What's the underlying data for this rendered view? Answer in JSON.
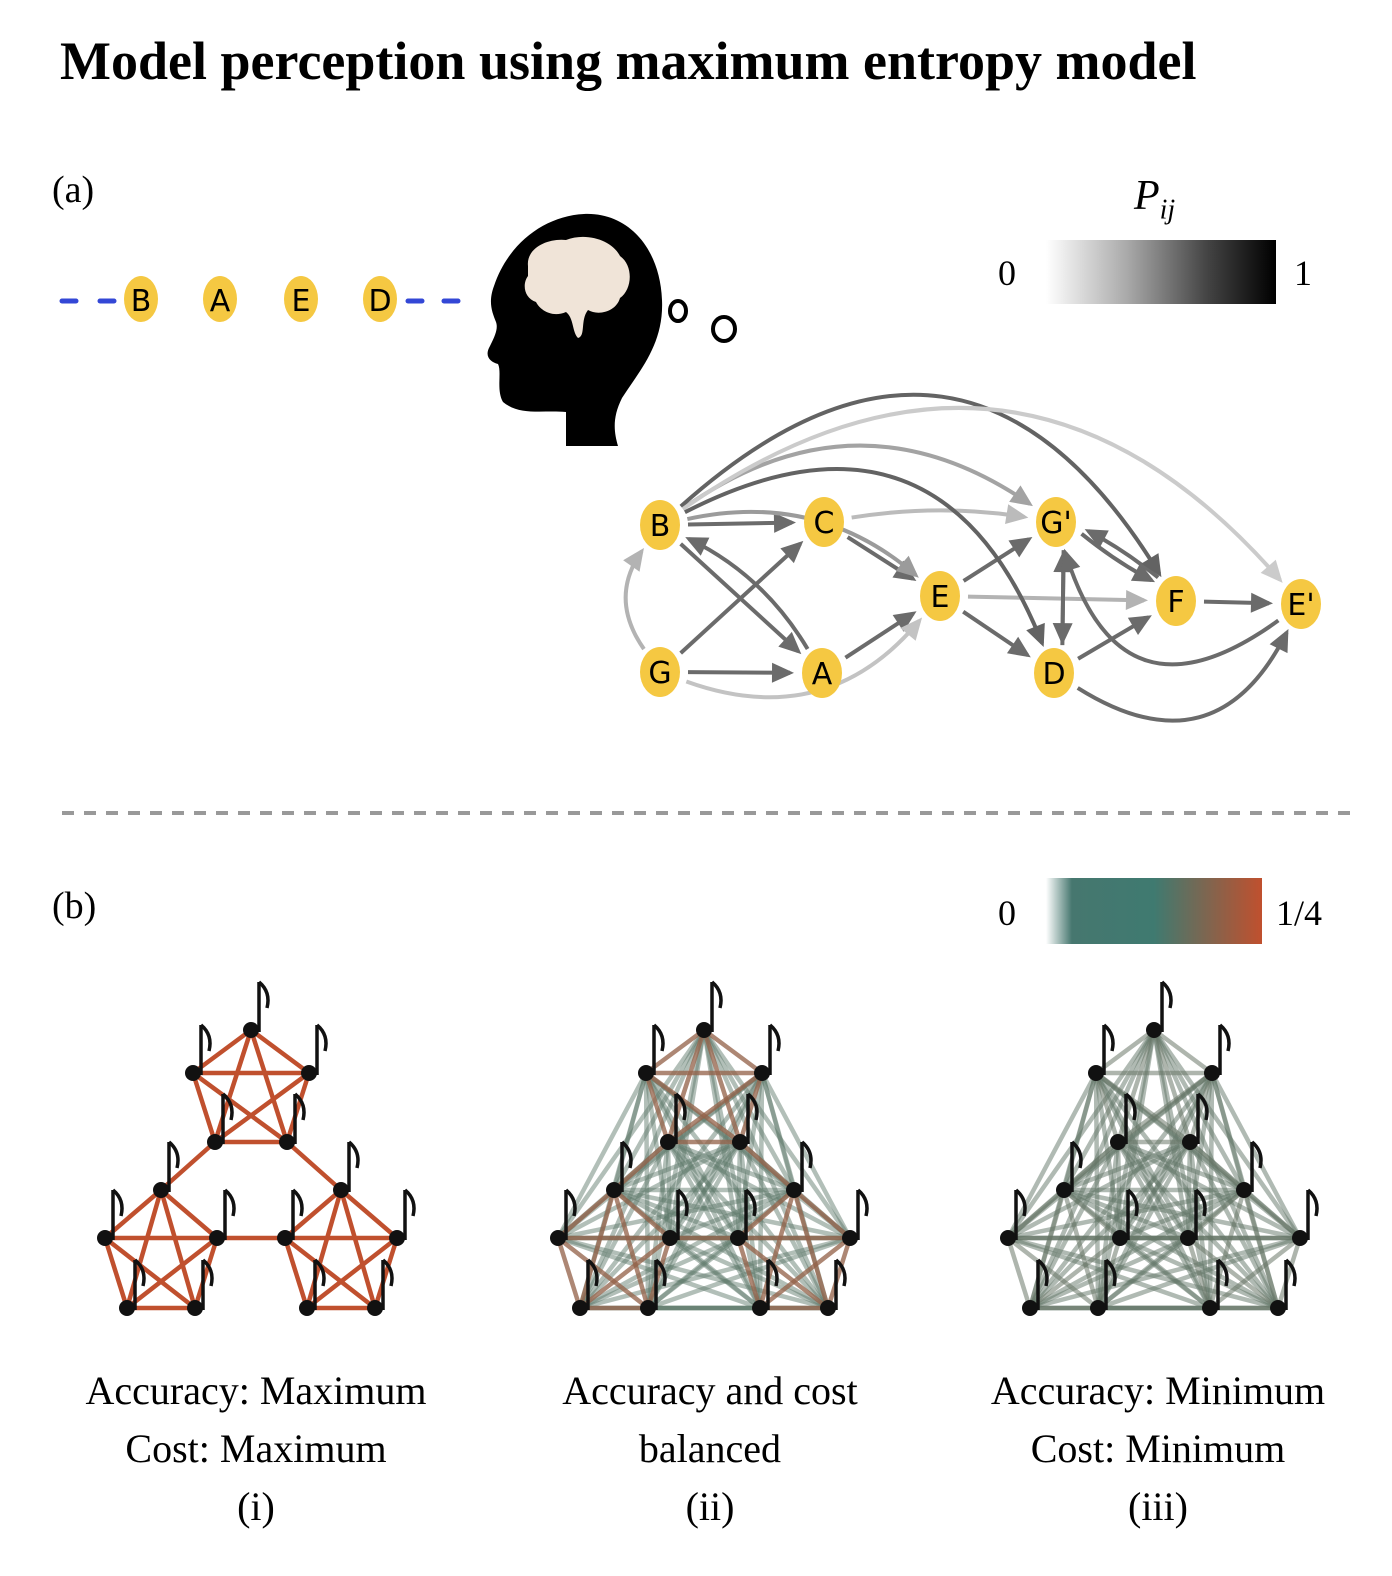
{
  "title": "Model perception using maximum entropy model",
  "panel_a": {
    "label": "(a)",
    "sequence": [
      "B",
      "A",
      "E",
      "D"
    ],
    "colorbar": {
      "symbol": "P",
      "subscript": "ij",
      "min": "0",
      "max": "1"
    },
    "nodes": [
      "B",
      "C",
      "G'",
      "E",
      "F",
      "E'",
      "G",
      "A",
      "D"
    ],
    "edges": [
      {
        "from": "B",
        "to": "C",
        "p": 0.8
      },
      {
        "from": "B",
        "to": "A",
        "p": 0.8
      },
      {
        "from": "G",
        "to": "C",
        "p": 0.8
      },
      {
        "from": "G",
        "to": "A",
        "p": 0.8
      },
      {
        "from": "G",
        "to": "B",
        "p": 0.35
      },
      {
        "from": "A",
        "to": "B",
        "p": 0.8
      },
      {
        "from": "C",
        "to": "E",
        "p": 0.8
      },
      {
        "from": "A",
        "to": "E",
        "p": 0.8
      },
      {
        "from": "B",
        "to": "E",
        "p": 0.5
      },
      {
        "from": "G",
        "to": "E",
        "p": 0.25
      },
      {
        "from": "C",
        "to": "G'",
        "p": 0.3
      },
      {
        "from": "E",
        "to": "G'",
        "p": 0.8
      },
      {
        "from": "E",
        "to": "F",
        "p": 0.35
      },
      {
        "from": "E",
        "to": "D",
        "p": 0.8
      },
      {
        "from": "G'",
        "to": "D",
        "p": 0.8
      },
      {
        "from": "D",
        "to": "G'",
        "p": 0.8
      },
      {
        "from": "G'",
        "to": "F",
        "p": 0.8
      },
      {
        "from": "F",
        "to": "G'",
        "p": 0.8
      },
      {
        "from": "D",
        "to": "F",
        "p": 0.8
      },
      {
        "from": "F",
        "to": "E'",
        "p": 0.8
      },
      {
        "from": "D",
        "to": "E'",
        "p": 0.8
      },
      {
        "from": "E'",
        "to": "G'",
        "p": 0.8
      },
      {
        "from": "B",
        "to": "G'",
        "p": 0.45
      },
      {
        "from": "B",
        "to": "F",
        "p": 0.85
      },
      {
        "from": "B",
        "to": "E'",
        "p": 0.2
      },
      {
        "from": "B",
        "to": "D",
        "p": 0.85
      }
    ]
  },
  "panel_b": {
    "label": "(b)",
    "colorbar": {
      "min": "0",
      "max": "1/4"
    },
    "networks": [
      {
        "numeral": "(i)",
        "caption_lines": [
          "Accuracy: Maximum",
          "Cost: Maximum"
        ],
        "intra_weight": 0.25,
        "inter_weight": 0.0
      },
      {
        "numeral": "(ii)",
        "caption_lines": [
          "Accuracy and cost",
          "balanced"
        ],
        "intra_weight": 0.16,
        "inter_weight": 0.05
      },
      {
        "numeral": "(iii)",
        "caption_lines": [
          "Accuracy: Minimum",
          "Cost: Minimum"
        ],
        "intra_weight": 0.07,
        "inter_weight": 0.06
      }
    ]
  },
  "colors": {
    "node_fill": "#f5c842",
    "sequence_dash": "#3347d6",
    "colorbar_b": [
      "#ffffff",
      "#46776f",
      "#3f7a70",
      "#c0502e"
    ],
    "high_weight": "#c0502e",
    "low_weight": "#45837a"
  }
}
